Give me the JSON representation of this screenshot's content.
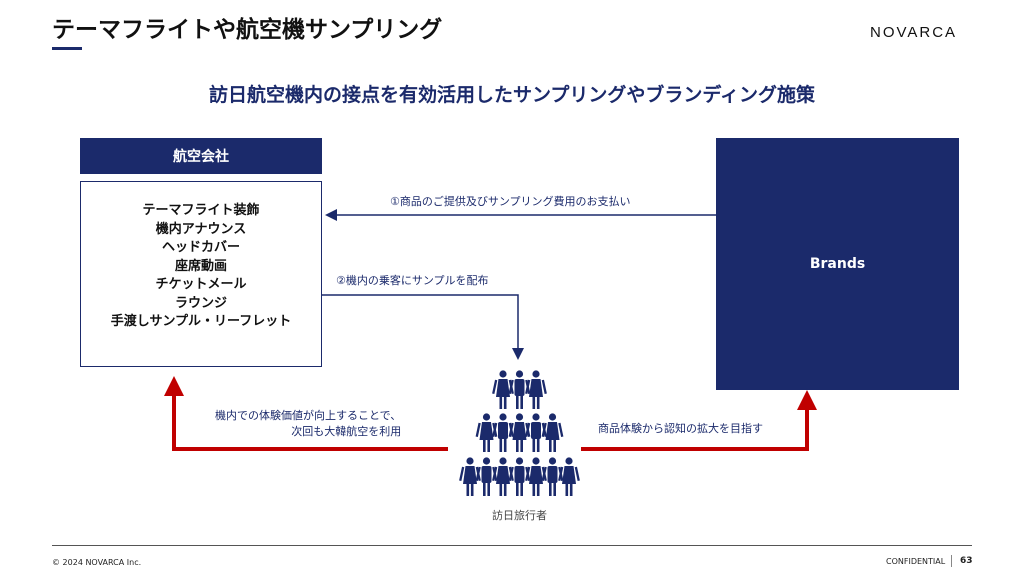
{
  "title": "テーマフライトや航空機サンプリング",
  "logo": "NOVARCA",
  "subtitle": "訪日航空機内の接点を有効活用したサンプリングやブランディング施策",
  "airline": {
    "label": "航空会社",
    "items": [
      "テーマフライト装飾",
      "機内アナウンス",
      "ヘッドカバー",
      "座席動画",
      "チケットメール",
      "ラウンジ",
      "手渡しサンプル・リーフレット"
    ]
  },
  "brands": {
    "label": "Brands"
  },
  "arrows": {
    "payment": "①商品のご提供及びサンプリング費用のお支払い",
    "distribute": "②機内の乗客にサンプルを配布",
    "loyalty_line1": "機内での体験価値が向上することで、",
    "loyalty_line2": "次回も大韓航空を利用",
    "awareness": "商品体験から認知の拡大を目指す"
  },
  "travelers": {
    "label": "訪日旅行者",
    "rows": [
      3,
      5,
      7
    ]
  },
  "colors": {
    "navy": "#1b2a6b",
    "red": "#c00000"
  },
  "footer": {
    "copyright": "© 2024 NOVARCA Inc.",
    "confidential": "CONFIDENTIAL",
    "page": "63"
  }
}
